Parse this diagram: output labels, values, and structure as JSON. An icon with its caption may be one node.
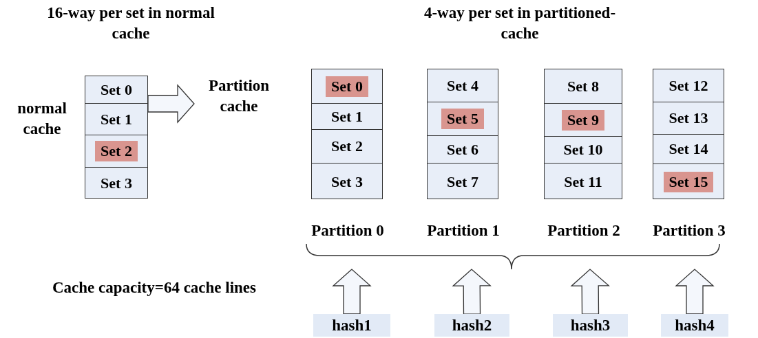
{
  "diagram": {
    "nodes": [
      {
        "text": [],
        "shape": "box",
        "beside": [
          "normal cache"
        ]
      },
      {
        "text": [
          "Set 0"
        ],
        "in": 0
      },
      {
        "text": [
          "Set 1"
        ],
        "in": 0
      },
      {
        "text": [
          "Set 2"
        ],
        "in": 0
      },
      {
        "text": [
          "Set 3"
        ],
        "in": 0
      },
      {
        "text": [
          "Partition cache"
        ]
      },
      {
        "text": [],
        "shape": "box",
        "beside": [
          "Partition 0"
        ]
      },
      {
        "text": [
          "Set 0"
        ],
        "in": 6
      },
      {
        "text": [
          "Set 1"
        ],
        "in": 6
      },
      {
        "text": [
          "Set 2"
        ],
        "in": 6
      },
      {
        "text": [
          "Set 3"
        ],
        "in": 6
      },
      {
        "text": [],
        "shape": "box",
        "beside": [
          "Partition 1"
        ]
      },
      {
        "text": [
          "Set 4"
        ],
        "in": 11
      },
      {
        "text": [
          "Set 5"
        ],
        "in": 11
      },
      {
        "text": [
          "Set 6"
        ],
        "in": 11
      },
      {
        "text": [
          "Set 7"
        ],
        "in": 11
      },
      {
        "text": [],
        "shape": "box",
        "beside": [
          "Partition 2"
        ]
      },
      {
        "text": [
          "Set 8"
        ],
        "in": 16
      },
      {
        "text": [
          "Set 9"
        ],
        "in": 16
      },
      {
        "text": [
          "Set 10"
        ],
        "in": 16
      },
      {
        "text": [
          "Set 11"
        ],
        "in": 16
      },
      {
        "text": [],
        "shape": "box",
        "beside": [
          "Partition 3"
        ]
      },
      {
        "text": [
          "Set 12"
        ],
        "in": 21
      },
      {
        "text": [
          "Set 13"
        ],
        "in": 21
      },
      {
        "text": [
          "Set 14"
        ],
        "in": 21
      },
      {
        "text": [
          "Set 15"
        ],
        "in": 21
      },
      {
        "text": [
          "hash1"
        ]
      },
      {
        "text": [
          "hash2"
        ]
      },
      {
        "text": [
          "hash3"
        ]
      },
      {
        "text": [
          "hash4"
        ]
      }
    ],
    "edges": [
      {
        "from": 0,
        "to": 5,
        "arrow": "to"
      },
      {
        "from": 26,
        "to": null,
        "arrow": "to"
      },
      {
        "from": 27,
        "to": null,
        "arrow": "to"
      },
      {
        "from": 28,
        "to": null,
        "arrow": "to"
      },
      {
        "from": 29,
        "to": null,
        "arrow": "to"
      }
    ],
    "labels": [
      "16-way per set in normal cache",
      "4-way per set in partitioned-cache",
      "Cache capacity=64 cache lines"
    ]
  }
}
